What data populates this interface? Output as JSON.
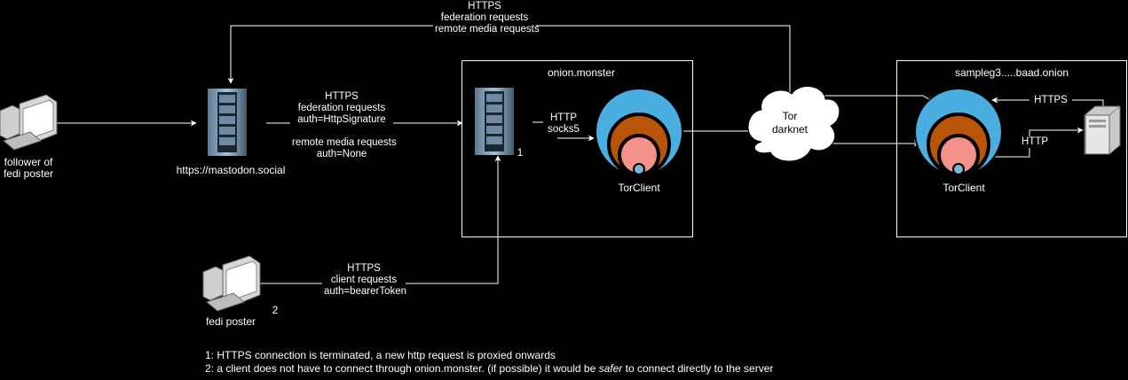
{
  "top_link": {
    "line1": "HTTPS",
    "line2": "federation requests",
    "line3": "remote media requests"
  },
  "follower": {
    "line1": "follower of",
    "line2": "fedi poster"
  },
  "mastodon": {
    "label": "https://mastodon.social"
  },
  "mastodon_to_monster": {
    "line1": "HTTPS",
    "line2": "federation requests",
    "line3": "auth=HttpSignature",
    "line4": "remote media requests",
    "line5": "auth=None"
  },
  "onion_monster": {
    "title": "onion.monster",
    "server_marker": "1",
    "http_line1": "HTTP",
    "http_line2": "socks5",
    "torclient_label": "TorClient"
  },
  "tor": {
    "line1": "Tor",
    "line2": "darknet"
  },
  "sample_onion": {
    "title": "sampleg3.....baad.onion",
    "https_label": "HTTPS",
    "http_label": "HTTP",
    "torclient_label": "TorClient"
  },
  "fedi_poster": {
    "label": "fedi poster",
    "marker": "2"
  },
  "client_link": {
    "line1": "HTTPS",
    "line2": "client requests",
    "line3": "auth=bearerToken"
  },
  "notes": {
    "note1": "1: HTTPS connection is terminated, a new http request is proxied onwards",
    "note2_pre": "2: a client does not have to connect through onion.monster. (if possible) it would be ",
    "note2_em": "safer",
    "note2_post": " to connect directly to the server"
  },
  "colors": {
    "background": "#000000",
    "line": "#ffffff",
    "tor_outer": "#4aaee0",
    "tor_middle": "#b85508",
    "tor_inner": "#f4928a",
    "tor_core": "#7ab4d6"
  }
}
